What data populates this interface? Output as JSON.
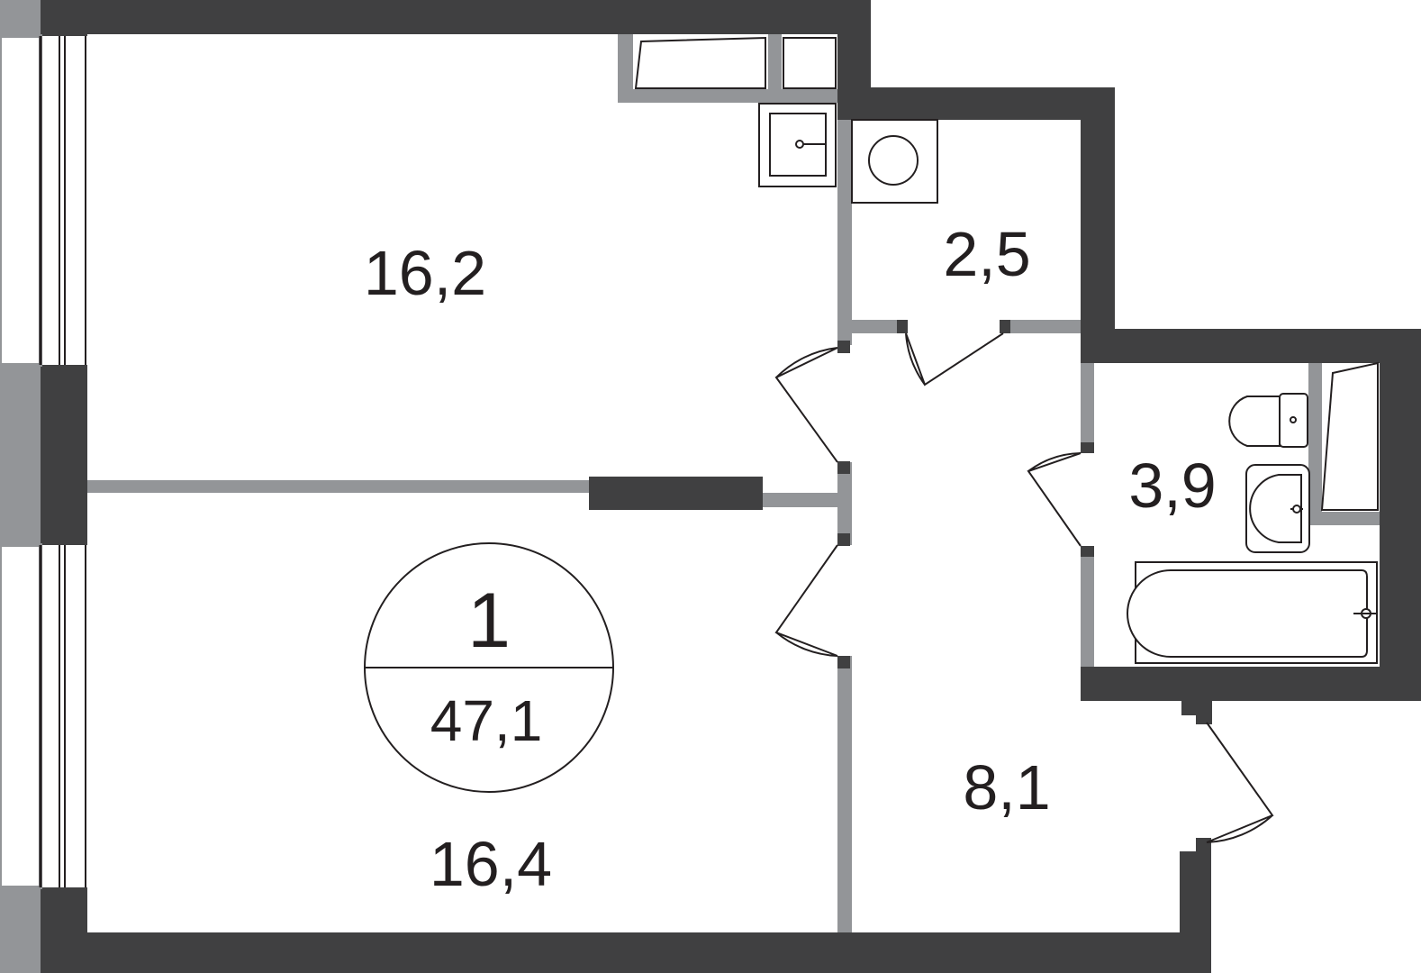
{
  "plan": {
    "rooms_count": "1",
    "total_area": "47,1",
    "areas": {
      "room_top": "16,2",
      "room_bottom": "16,4",
      "storage": "2,5",
      "bathroom": "3,9",
      "hallway": "8,1"
    }
  },
  "colors": {
    "wall_dark": "#404041",
    "wall_light": "#939598",
    "line": "#231f20",
    "background": "#ffffff"
  }
}
